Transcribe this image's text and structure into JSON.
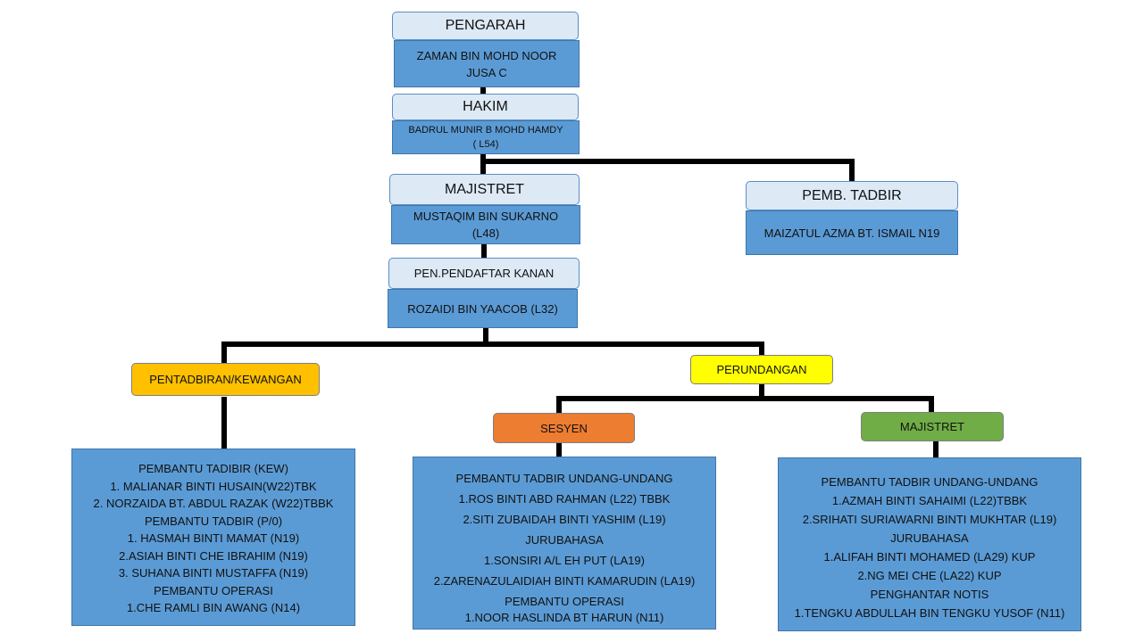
{
  "pengarah": {
    "title": "PENGARAH",
    "name": "ZAMAN  BIN MOHD NOOR",
    "grade": "JUSA C"
  },
  "hakim": {
    "title": "HAKIM",
    "name": "BADRUL MUNIR B MOHD HAMDY",
    "grade": "( L54)"
  },
  "majistret_top": {
    "title": "MAJISTRET",
    "name": "MUSTAQIM  BIN SUKARNO",
    "grade": "(L48)"
  },
  "pemb_tadbir": {
    "title": "PEMB. TADBIR",
    "name": "MAIZATUL  AZMA BT. ISMAIL N19"
  },
  "pen_pendaftar": {
    "title": "PEN.PENDAFTAR KANAN",
    "name": "ROZAIDI BIN YAACOB (L32)"
  },
  "units": {
    "pentadbiran": {
      "label": "PENTADBIRAN/KEWANGAN",
      "color": "#ffc000"
    },
    "perundangan": {
      "label": "PERUNDANGAN",
      "color": "#ffff00"
    },
    "sesyen": {
      "label": "SESYEN",
      "color": "#ed7d31"
    },
    "majistret": {
      "label": "MAJISTRET",
      "color": "#70ad47"
    }
  },
  "staff_pentadbiran": [
    "PEMBANTU  TADIBIR (KEW)",
    "1. MALIANAR BINTI HUSAIN(W22)TBK",
    "2.  NORZAIDA BT. ABDUL RAZAK (W22)TBBK",
    "PEMBANTU  TADBIR (P/0)",
    "1.  HASMAH BINTI MAMAT  (N19)",
    "2.ASIAH  BINTI CHE IBRAHIM  (N19)",
    "3.  SUHANA  BINTI MUSTAFFA  (N19)",
    "PEMBANTU  OPERASI",
    "1.CHE RAMLI BIN AWANG  (N14)"
  ],
  "staff_sesyen": [
    "PEMBANTU  TADBIR UNDANG-UNDANG",
    "1.ROS BINTI ABD RAHMAN  (L22) TBBK",
    "2.SITI ZUBAIDAH BINTI YASHIM  (L19)",
    "JURUBAHASA",
    "1.SONSIRI A/L EH PUT  (LA19)",
    "2.ZARENAZULAIDIAH BINTI KAMARUDIN  (LA19)",
    "PEMBANTU  OPERASI",
    "1.NOOR HASLINDA BT HARUN  (N11)"
  ],
  "staff_majistret": [
    "PEMBANTU  TADBIR UNDANG-UNDANG",
    "1.AZMAH  BINTI SAHAIMI  (L22)TBBK",
    "2.SRIHATI SURIAWARNI BINTI MUKHTAR (L19)",
    "JURUBAHASA",
    "1.ALIFAH  BINTI MOHAMED  (LA29) KUP",
    "2.NG MEI CHE (LA22) KUP",
    "PENGHANTAR NOTIS",
    "1.TENGKU ABDULLAH BIN TENGKU YUSOF (N11)"
  ]
}
